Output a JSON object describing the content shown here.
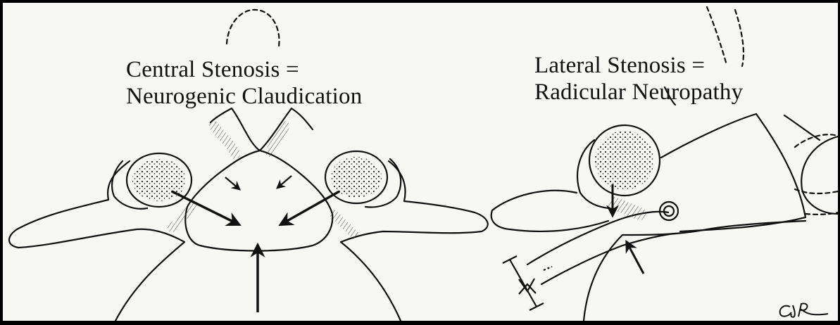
{
  "figure": {
    "central_panel": {
      "line1": "Central Stenosis =",
      "line2": "Neurogenic Claudication"
    },
    "lateral_panel": {
      "line1": "Lateral Stenosis =",
      "line2": "Radicular Neuropathy"
    },
    "artist_signature": "CJR"
  },
  "colors": {
    "background": "#000000",
    "paper": "#f7f7f4",
    "ink": "#111111"
  }
}
